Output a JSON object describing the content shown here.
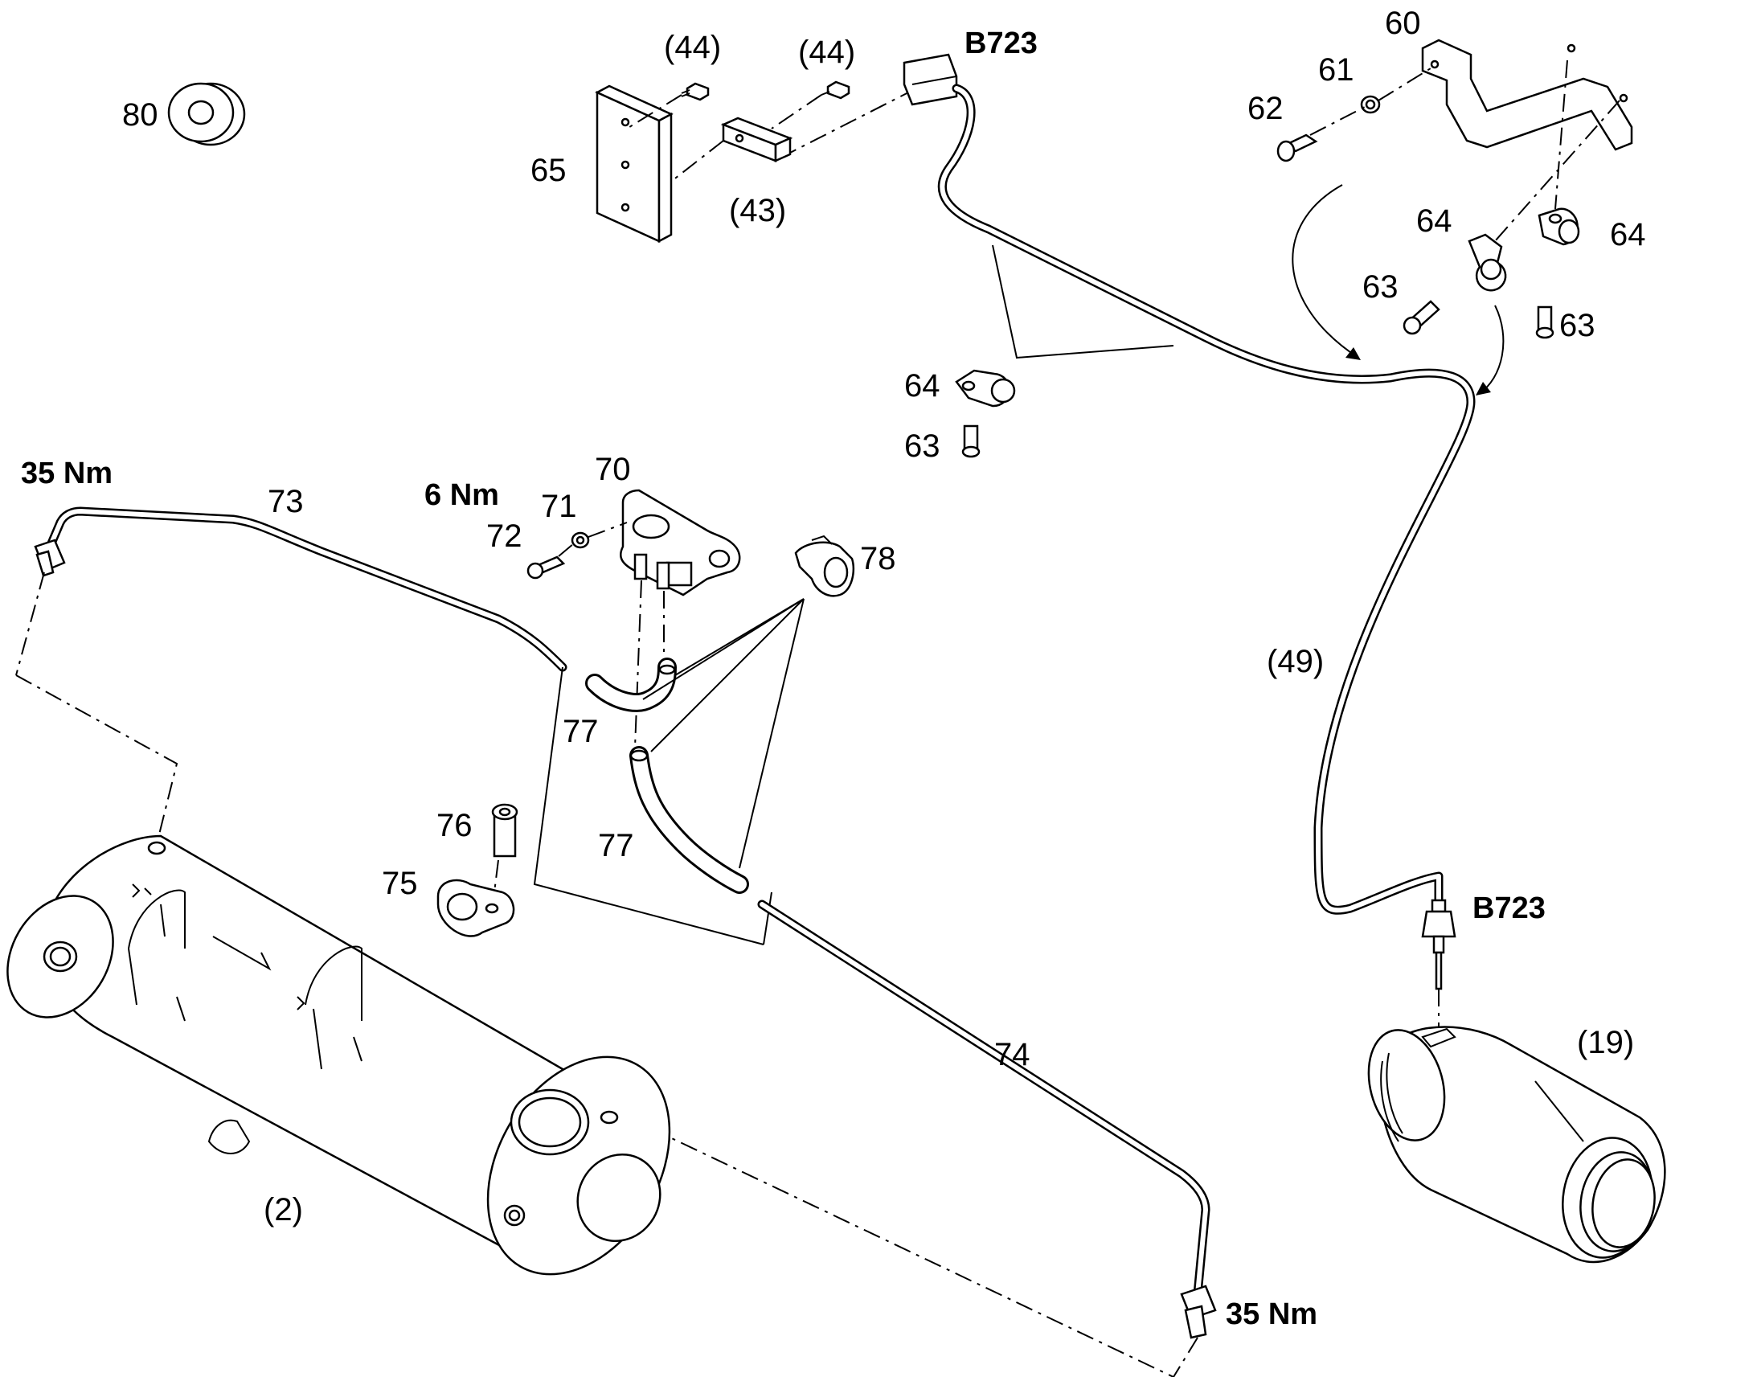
{
  "labels": {
    "p80": "80",
    "p44a": "(44)",
    "p44b": "(44)",
    "p65": "65",
    "p43": "(43)",
    "b723_top": "B723",
    "p60": "60",
    "p61": "61",
    "p62": "62",
    "p64_tr1": "64",
    "p64_tr2": "64",
    "p63_tr1": "63",
    "p63_tr2": "63",
    "p64_mid": "64",
    "p63_mid": "63",
    "torque_left": "35 Nm",
    "p73": "73",
    "torque_sensor": "6 Nm",
    "p70": "70",
    "p71": "71",
    "p72": "72",
    "p78": "78",
    "p49": "(49)",
    "p77a": "77",
    "p77b": "77",
    "p76": "76",
    "p75": "75",
    "b723_bottom": "B723",
    "p19": "(19)",
    "p74": "74",
    "p2": "(2)",
    "torque_right": "35 Nm"
  }
}
